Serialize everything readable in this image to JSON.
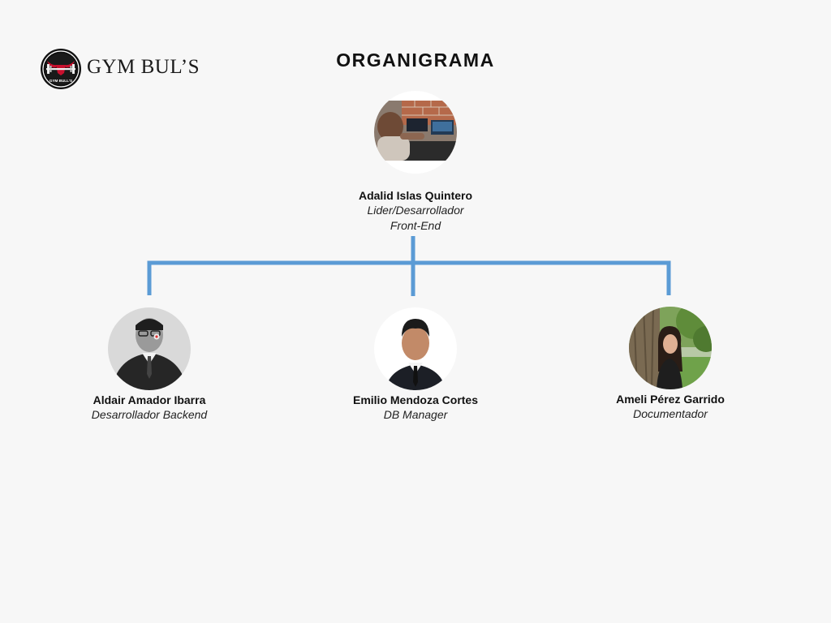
{
  "brand": {
    "logo_text": "GYM BUL’S",
    "badge_text": "GYM BULL'S"
  },
  "title": "ORGANIGRAMA",
  "colors": {
    "connector": "#5b9bd5",
    "background": "#f7f7f7"
  },
  "org": {
    "root": {
      "name": "Adalid Islas Quintero",
      "role_line1": "Lider/Desarrollador",
      "role_line2": "Front-End",
      "photo": "man-seated-at-laptop-desk-photo"
    },
    "members": [
      {
        "name": "Aldair Amador Ibarra",
        "role": "Desarrollador Backend",
        "photo": "man-in-suit-grayscale-photo"
      },
      {
        "name": "Emilio Mendoza Cortes",
        "role": "DB Manager",
        "photo": "man-in-suit-portrait-photo"
      },
      {
        "name": "Ameli Pérez Garrido",
        "role": "Documentador",
        "photo": "woman-outdoors-by-tree-photo"
      }
    ]
  }
}
